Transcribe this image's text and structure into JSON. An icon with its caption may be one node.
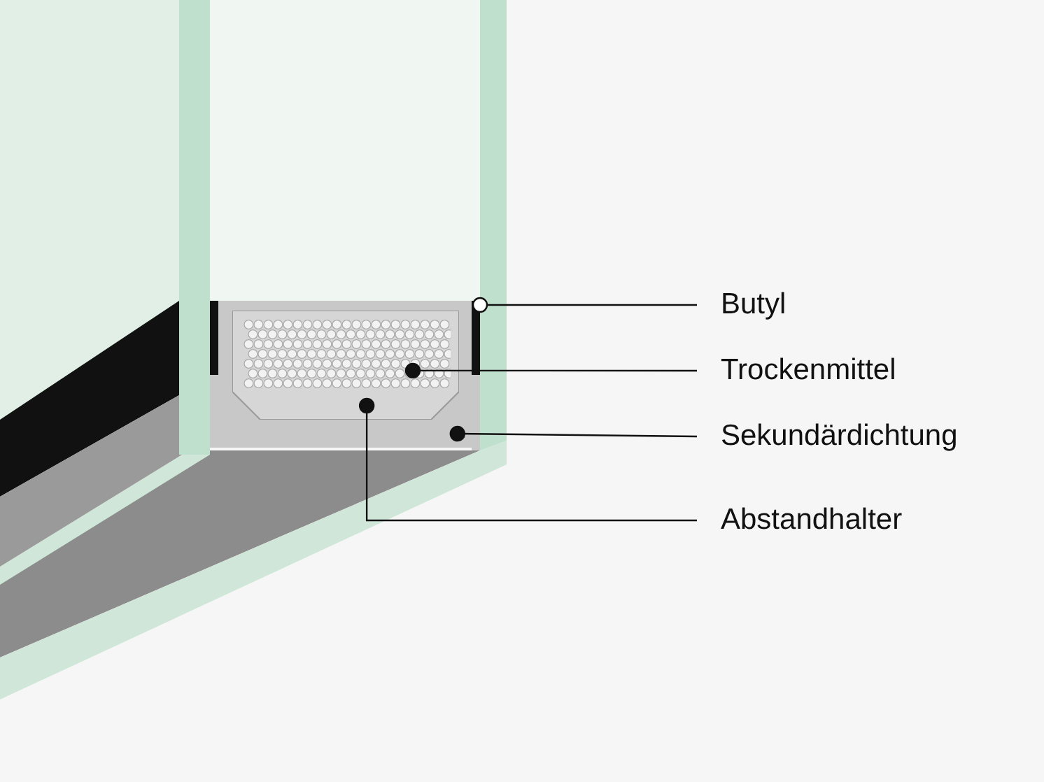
{
  "diagram": {
    "nodes": [
      {
        "text": [
          "Butyl"
        ]
      },
      {
        "text": [
          "Trockenmittel"
        ]
      },
      {
        "text": [
          "Sekundärdichtung"
        ]
      },
      {
        "text": [
          "Abstandhalter"
        ]
      },
      {
        "text": [],
        "shape": "bar"
      },
      {
        "text": [],
        "shape": "box"
      },
      {
        "text": [],
        "shape": "box",
        "in": 5
      },
      {
        "text": [],
        "shape": "circle",
        "in": 6
      }
    ],
    "edges": [
      {
        "from": 0,
        "to": 4,
        "arrow": "other"
      },
      {
        "from": 1,
        "to": 7,
        "arrow": "other"
      },
      {
        "from": 2,
        "to": 5,
        "arrow": "other"
      },
      {
        "from": 3,
        "to": 6,
        "arrow": "other"
      }
    ]
  }
}
